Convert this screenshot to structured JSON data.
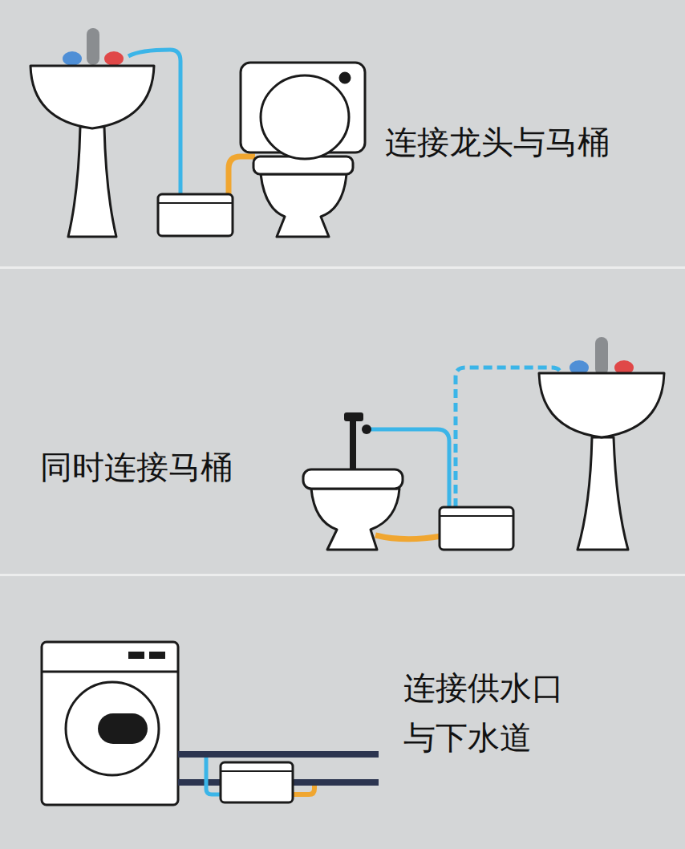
{
  "diagram": {
    "labels": [
      "连接龙头与马桶",
      "同时连接马桶",
      "连接供水口 与下水道"
    ]
  }
}
